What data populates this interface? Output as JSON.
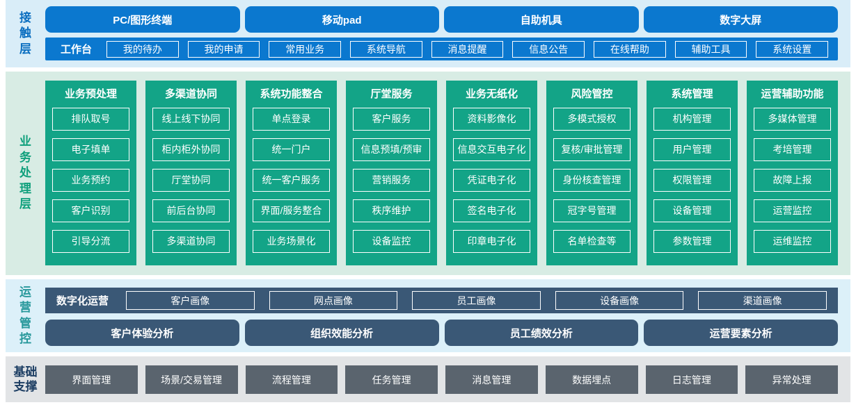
{
  "layers": {
    "contact": {
      "label": "接触层",
      "terminals": [
        "PC/图形终端",
        "移动pad",
        "自助机具",
        "数字大屏"
      ],
      "workbench": {
        "label": "工作台",
        "items": [
          "我的待办",
          "我的申请",
          "常用业务",
          "系统导航",
          "消息提醒",
          "信息公告",
          "在线帮助",
          "辅助工具",
          "系统设置"
        ]
      }
    },
    "processing": {
      "label": "业务处理层",
      "columns": [
        {
          "title": "业务预处理",
          "items": [
            "排队取号",
            "电子填单",
            "业务预约",
            "客户识别",
            "引导分流"
          ]
        },
        {
          "title": "多渠道协同",
          "items": [
            "线上线下协同",
            "柜内柜外协同",
            "厅堂协同",
            "前后台协同",
            "多渠道协同"
          ]
        },
        {
          "title": "系统功能整合",
          "items": [
            "单点登录",
            "统一门户",
            "统一客户服务",
            "界面/服务整合",
            "业务场景化"
          ]
        },
        {
          "title": "厅堂服务",
          "items": [
            "客户服务",
            "信息预填/预审",
            "营销服务",
            "秩序维护",
            "设备监控"
          ]
        },
        {
          "title": "业务无纸化",
          "items": [
            "资料影像化",
            "信息交互电子化",
            "凭证电子化",
            "签名电子化",
            "印章电子化"
          ]
        },
        {
          "title": "风险管控",
          "items": [
            "多模式授权",
            "复核/审批管理",
            "身份核查管理",
            "冠字号管理",
            "名单检查等"
          ]
        },
        {
          "title": "系统管理",
          "items": [
            "机构管理",
            "用户管理",
            "权限管理",
            "设备管理",
            "参数管理"
          ]
        },
        {
          "title": "运营辅助功能",
          "items": [
            "多媒体管理",
            "考培管理",
            "故障上报",
            "运营监控",
            "运维监控"
          ]
        }
      ]
    },
    "operations": {
      "label": "运营管控",
      "digital": {
        "label": "数字化运营",
        "items": [
          "客户画像",
          "网点画像",
          "员工画像",
          "设备画像",
          "渠道画像"
        ]
      },
      "analysis": [
        "客户体验分析",
        "组织效能分析",
        "员工绩效分析",
        "运营要素分析"
      ]
    },
    "foundation": {
      "label": "基础支撑",
      "items": [
        "界面管理",
        "场景/交易管理",
        "流程管理",
        "任务管理",
        "消息管理",
        "数据埋点",
        "日志管理",
        "异常处理"
      ]
    }
  },
  "colors": {
    "blue_button": "#0b78cf",
    "green_column": "#13a487",
    "slate_box": "#3a5876",
    "gray_box": "#5a646e",
    "contact_band_bg": "#d9edf8",
    "processing_band_bg": "#d8ece4",
    "operations_band_bg": "#dcf0f9",
    "foundation_band_bg": "#e2e4e6",
    "contact_label": "#0a6ec0",
    "processing_label": "#0fa07c",
    "operations_label": "#27989b",
    "foundation_label": "#1d3e63"
  }
}
